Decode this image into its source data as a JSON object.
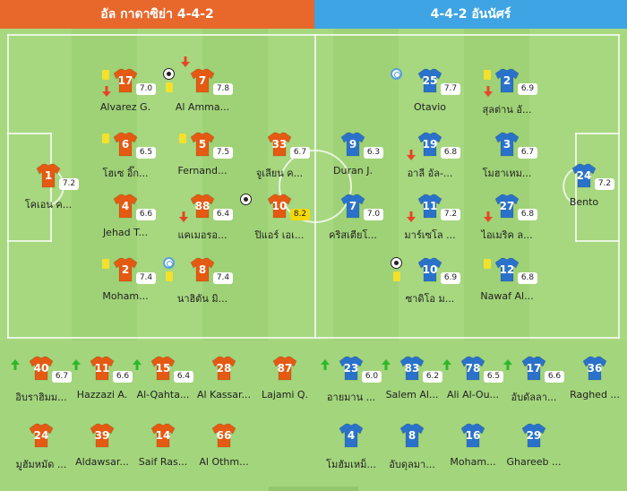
{
  "header": {
    "home_title": "อัล กาดาซิย่า 4-4-2",
    "away_title": "4-4-2 อันนัศร์"
  },
  "colors": {
    "home": "#e8672a",
    "away": "#3ea4e3",
    "home_shirt": "#e55a12",
    "away_shirt": "#2a72c9",
    "pitch": "#a7d77f"
  },
  "home_lineup": [
    {
      "number": "1",
      "name": "โคเอน ค...",
      "rating": "7.2"
    },
    {
      "number": "17",
      "name": "Alvarez G.",
      "rating": "7.0",
      "card": true,
      "sub_off": true
    },
    {
      "number": "6",
      "name": "โฮเซ อิ๊ก...",
      "rating": "6.5",
      "card": true
    },
    {
      "number": "4",
      "name": "Jehad T...",
      "rating": "6.6"
    },
    {
      "number": "2",
      "name": "Moham...",
      "rating": "7.4",
      "card": true
    },
    {
      "number": "7",
      "name": "Al Amma...",
      "rating": "7.8",
      "goal": true,
      "card": true,
      "sub_off": true
    },
    {
      "number": "5",
      "name": "Fernand...",
      "rating": "7.5",
      "card": true
    },
    {
      "number": "88",
      "name": "แคเมอรอ...",
      "rating": "6.4",
      "sub_off": true
    },
    {
      "number": "8",
      "name": "นาฮิตัน มิ...",
      "rating": "7.4",
      "captain": true,
      "card": true
    },
    {
      "number": "33",
      "name": "จูเลียน ค...",
      "rating": "6.7"
    },
    {
      "number": "10",
      "name": "ปิแอร์ เอเ...",
      "rating": "8.2",
      "goal": true,
      "highlight": true
    }
  ],
  "away_lineup": [
    {
      "number": "24",
      "name": "Bento",
      "rating": "7.2"
    },
    {
      "number": "2",
      "name": "สุลต่าน อั...",
      "rating": "6.9",
      "card": true,
      "sub_off": true
    },
    {
      "number": "3",
      "name": "โมฮาเหม...",
      "rating": "6.7"
    },
    {
      "number": "27",
      "name": "ไอเมริค ล...",
      "rating": "6.8",
      "sub_off": true
    },
    {
      "number": "12",
      "name": "Nawaf Al...",
      "rating": "6.8",
      "card": true
    },
    {
      "number": "25",
      "name": "Otavio",
      "rating": "7.7",
      "captain": true
    },
    {
      "number": "19",
      "name": "อาลี อัล-...",
      "rating": "6.8",
      "sub_off": true
    },
    {
      "number": "11",
      "name": "มาร์เซโล ...",
      "rating": "7.2",
      "sub_off": true
    },
    {
      "number": "10",
      "name": "ซาดิโอ ม...",
      "rating": "6.9",
      "goal": true,
      "card": true
    },
    {
      "number": "9",
      "name": "Duran J.",
      "rating": "6.3"
    },
    {
      "number": "7",
      "name": "คริสเตียโ...",
      "rating": "7.0"
    }
  ],
  "home_bench": [
    {
      "number": "40",
      "name": "อิบราฮิมม...",
      "rating": "6.7",
      "sub_on": true
    },
    {
      "number": "11",
      "name": "Hazzazi A.",
      "rating": "6.6",
      "sub_on": true
    },
    {
      "number": "15",
      "name": "Al-Qahta...",
      "rating": "6.4",
      "sub_on": true
    },
    {
      "number": "28",
      "name": "Al Kassar...",
      "rating": ""
    },
    {
      "number": "87",
      "name": "Lajami Q.",
      "rating": ""
    },
    {
      "number": "24",
      "name": "มูฮัมหมัด ...",
      "rating": ""
    },
    {
      "number": "39",
      "name": "Aldawsar...",
      "rating": ""
    },
    {
      "number": "14",
      "name": "Saif Ras...",
      "rating": ""
    },
    {
      "number": "66",
      "name": "Al Othm...",
      "rating": ""
    }
  ],
  "away_bench": [
    {
      "number": "23",
      "name": "อายมาน ...",
      "rating": "6.0",
      "sub_on": true
    },
    {
      "number": "83",
      "name": "Salem Al...",
      "rating": "6.2",
      "sub_on": true
    },
    {
      "number": "78",
      "name": "Ali Al-Ou...",
      "rating": "6.5",
      "sub_on": true
    },
    {
      "number": "17",
      "name": "อับดัลลา...",
      "rating": "6.6",
      "sub_on": true
    },
    {
      "number": "36",
      "name": "Raghed ...",
      "rating": ""
    },
    {
      "number": "4",
      "name": "โมฮัมเหม็...",
      "rating": ""
    },
    {
      "number": "8",
      "name": "อับดุลมา...",
      "rating": ""
    },
    {
      "number": "16",
      "name": "Moham...",
      "rating": ""
    },
    {
      "number": "29",
      "name": "Ghareeb ...",
      "rating": ""
    }
  ]
}
